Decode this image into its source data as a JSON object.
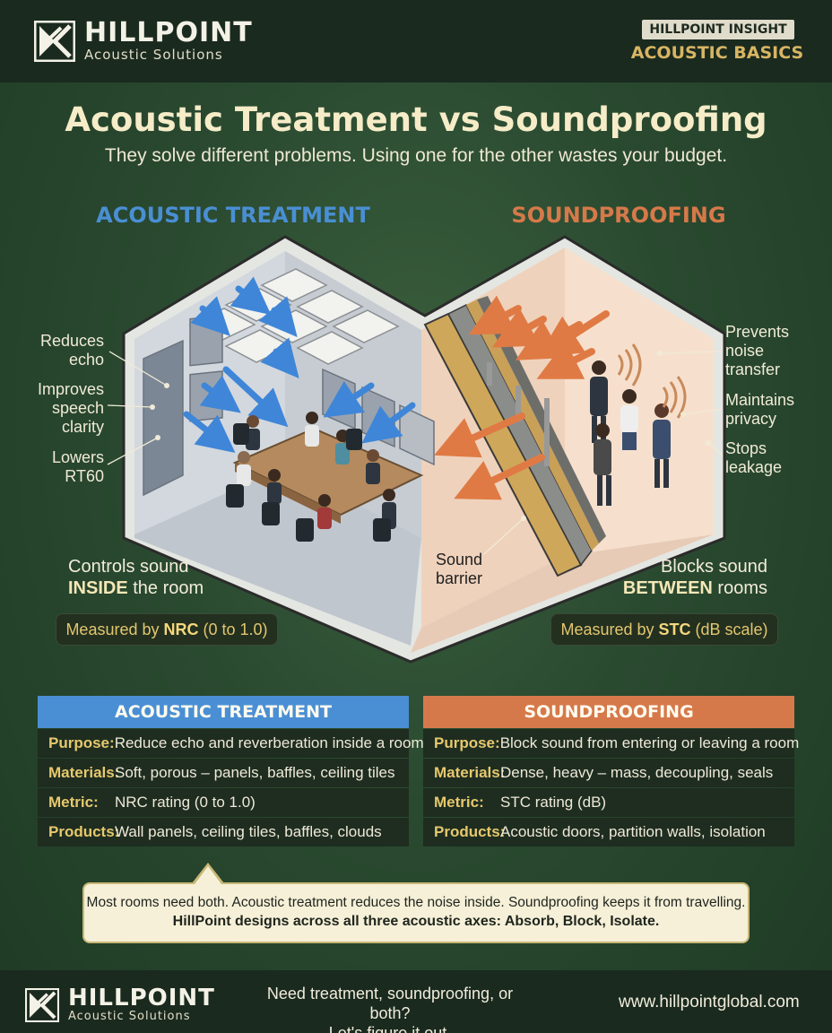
{
  "brand": {
    "name": "HILLPOINT",
    "tagline": "Acoustic Solutions"
  },
  "badge": {
    "label": "HILLPOINT INSIGHT",
    "sub": "ACOUSTIC BASICS"
  },
  "title": "Acoustic Treatment vs Soundproofing",
  "subtitle": "They solve different problems. Using one for the other wastes your budget.",
  "left": {
    "heading": "ACOUSTIC TREATMENT",
    "benefits": [
      "Reduces echo",
      "Improves speech clarity",
      "Lowers RT60"
    ],
    "benefit_lines": [
      [
        "Reduces",
        "echo"
      ],
      [
        "Improves",
        "speech",
        "clarity"
      ],
      [
        "Lowers",
        "RT60"
      ]
    ],
    "summary_1": "Controls sound",
    "summary_bold": "INSIDE",
    "summary_2": " the room",
    "metric_pre": "Measured by ",
    "metric_bold": "NRC",
    "metric_post": " (0 to 1.0)"
  },
  "right": {
    "heading": "SOUNDPROOFING",
    "benefit_lines": [
      [
        "Prevents",
        "noise",
        "transfer"
      ],
      [
        "Maintains",
        "privacy"
      ],
      [
        "Stops",
        "leakage"
      ]
    ],
    "summary_1": "Blocks sound",
    "summary_bold": "BETWEEN",
    "summary_2": " rooms",
    "metric_pre": "Measured by ",
    "metric_bold": "STC",
    "metric_post": " (dB scale)"
  },
  "barrier_label": [
    "Sound",
    "barrier"
  ],
  "tables": [
    {
      "heading": "ACOUSTIC TREATMENT",
      "rows": [
        {
          "k": "Purpose:",
          "v": "Reduce echo and reverberation inside a room"
        },
        {
          "k": "Materials:",
          "v": "Soft, porous – panels, baffles, ceiling tiles"
        },
        {
          "k": "Metric:",
          "v": "NRC rating (0 to 1.0)"
        },
        {
          "k": "Products:",
          "v": "Wall panels, ceiling tiles, baffles, clouds"
        }
      ]
    },
    {
      "heading": "SOUNDPROOFING",
      "rows": [
        {
          "k": "Purpose:",
          "v": "Block sound from entering or leaving a room"
        },
        {
          "k": "Materials:",
          "v": "Dense, heavy – mass, decoupling, seals"
        },
        {
          "k": "Metric:",
          "v": "STC rating (dB)"
        },
        {
          "k": "Products:",
          "v": "Acoustic doors, partition walls, isolation"
        }
      ]
    }
  ],
  "note": {
    "line1": "Most rooms need both. Acoustic treatment reduces the noise inside. Soundproofing keeps it from travelling.",
    "line2": "HillPoint designs across all three acoustic axes: Absorb, Block, Isolate."
  },
  "footer": {
    "cta_1": "Need treatment, soundproofing, or both?",
    "cta_2": "Let's figure it out.",
    "url": "www.hillpointglobal.com"
  },
  "colors": {
    "treatment": "#4a8fd4",
    "soundproofing": "#d6794a",
    "accent_gold": "#e3c66f",
    "background": "#2f5334"
  }
}
